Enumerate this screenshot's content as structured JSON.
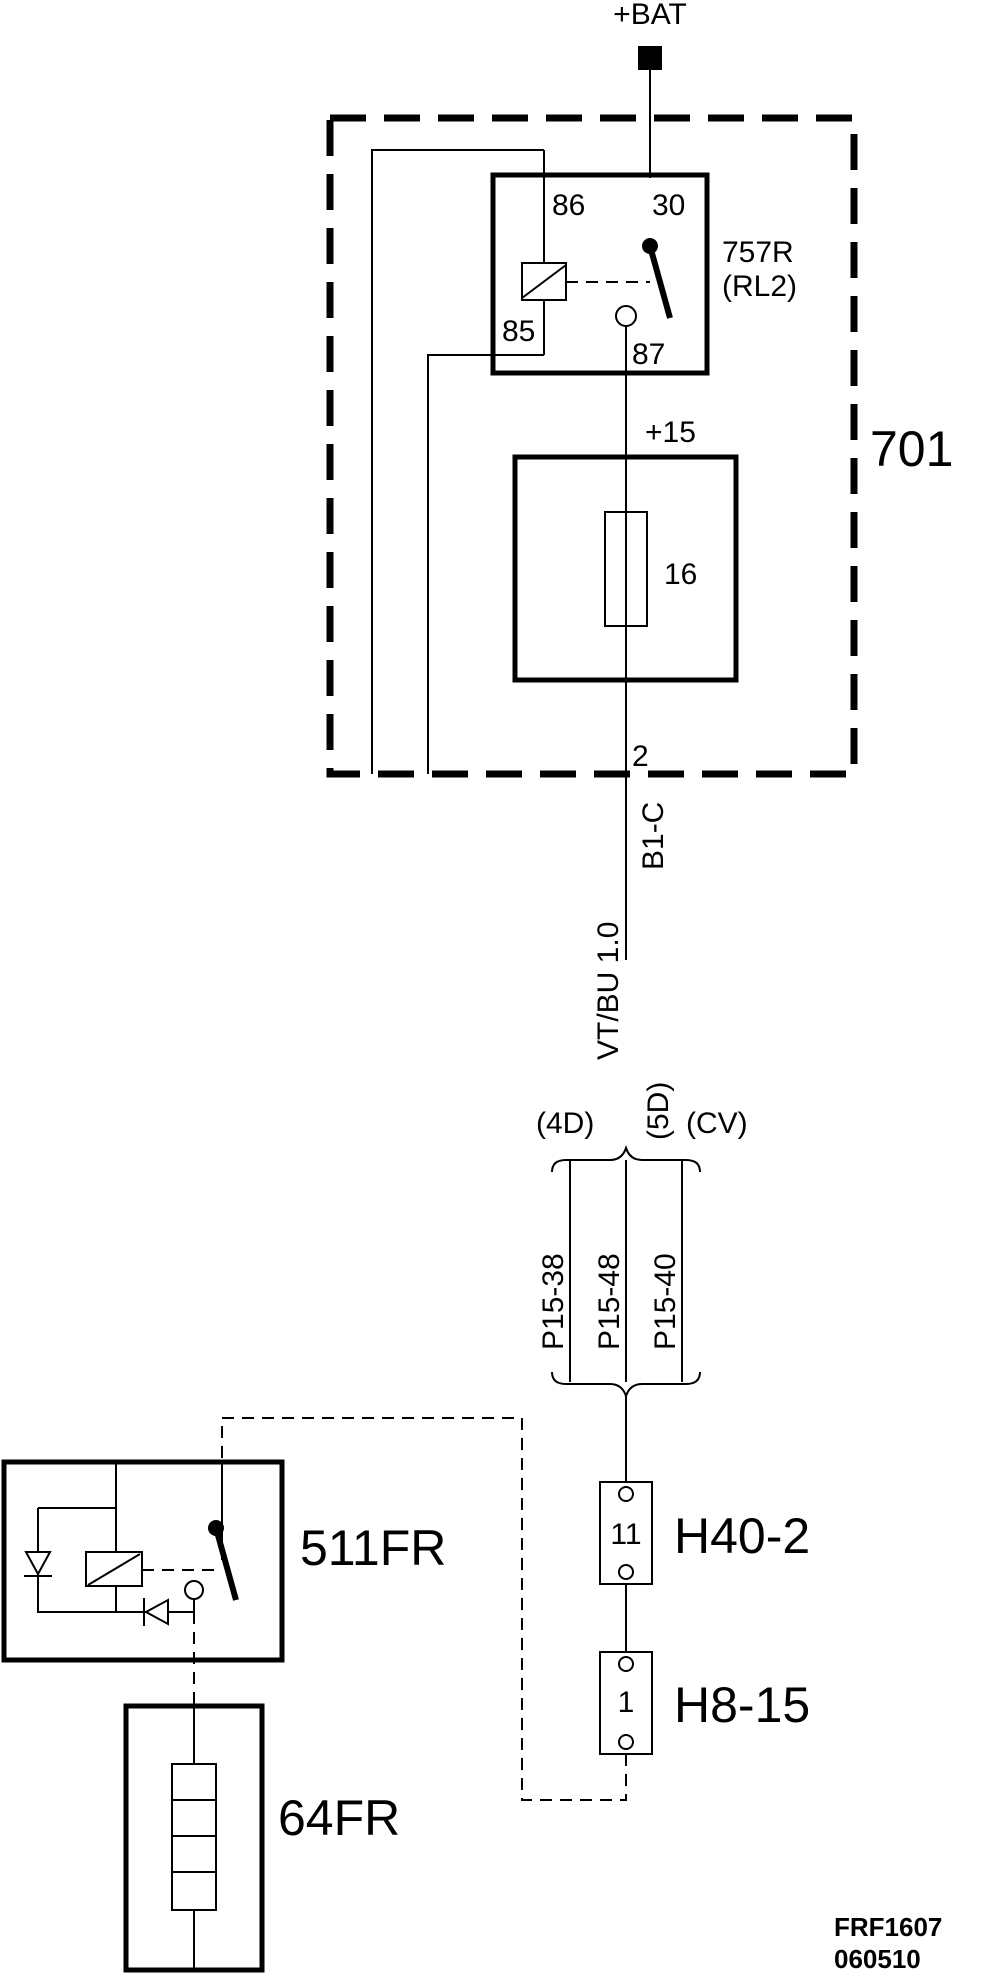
{
  "labels": {
    "bat": "+BAT",
    "pin86": "86",
    "pin30": "30",
    "pin85": "85",
    "pin87": "87",
    "relay_id": "757R",
    "relay_sub": "(RL2)",
    "plus15": "+15",
    "module": "701",
    "fuse": "16",
    "pin2": "2",
    "b1c": "B1-C",
    "wire": "VT/BU  1.0",
    "v4d": "(4D)",
    "v5d": "(5D)",
    "vcv": "(CV)",
    "p1538": "P15-38",
    "p1548": "P15-48",
    "p1540": "P15-40",
    "conn11": "11",
    "h402": "H40-2",
    "conn1": "1",
    "h815": "H8-15",
    "r511": "511FR",
    "r64": "64FR",
    "ref1": "FRF1607",
    "ref2": "060510"
  }
}
